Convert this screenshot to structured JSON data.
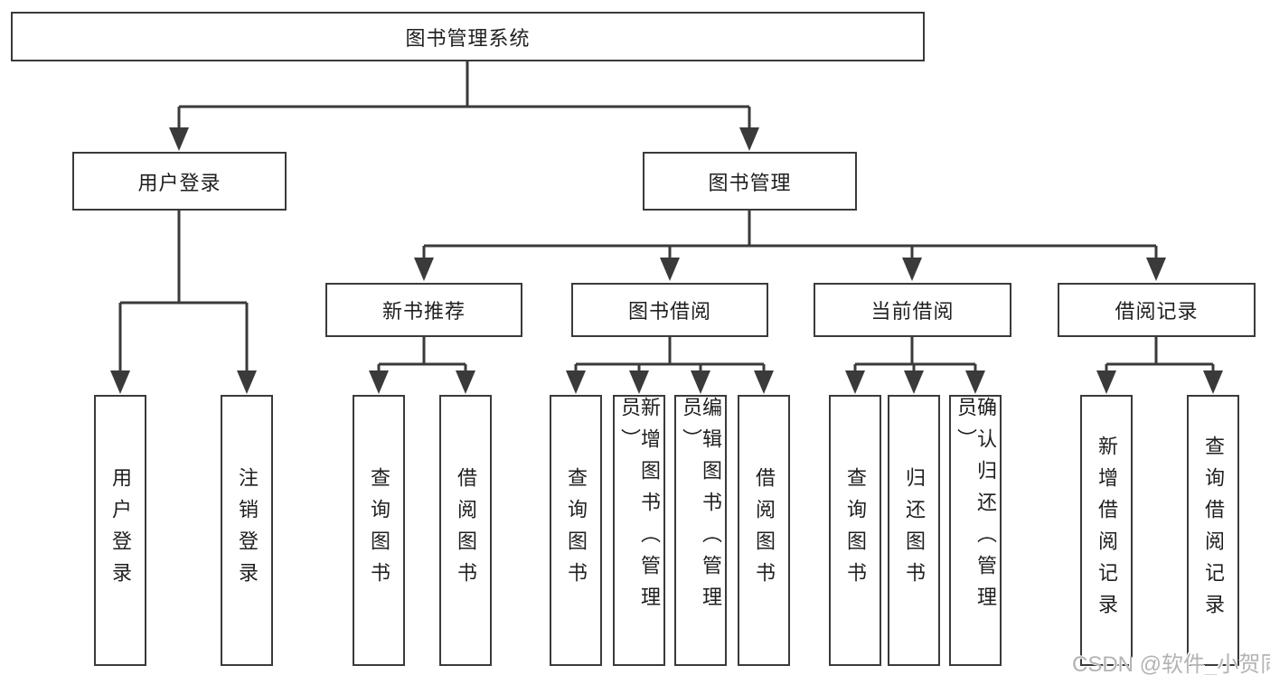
{
  "diagram": {
    "type": "hierarchy-tree",
    "nodes": {
      "root": {
        "label": "图书管理系统"
      },
      "user_login": {
        "label": "用户登录"
      },
      "book_mgmt": {
        "label": "图书管理"
      },
      "new_book_rec": {
        "label": "新书推荐"
      },
      "book_borrow": {
        "label": "图书借阅"
      },
      "current_borrow": {
        "label": "当前借阅"
      },
      "borrow_records": {
        "label": "借阅记录"
      },
      "ul_login": {
        "label": "用户登录"
      },
      "ul_logout": {
        "label": "注销登录"
      },
      "nb_query": {
        "label": "查询图书"
      },
      "nb_borrow": {
        "label": "借阅图书"
      },
      "bb_query": {
        "label": "查询图书"
      },
      "bb_add": {
        "label": "新增图书（管理员）"
      },
      "bb_edit": {
        "label": "编辑图书（管理员）"
      },
      "bb_borrow": {
        "label": "借阅图书"
      },
      "cb_query": {
        "label": "查询图书"
      },
      "cb_return": {
        "label": "归还图书"
      },
      "cb_confirm": {
        "label": "确认归还（管理员）"
      },
      "br_add": {
        "label": "新增借阅记录"
      },
      "br_query": {
        "label": "查询借阅记录"
      }
    },
    "edges": [
      [
        "root",
        "user_login"
      ],
      [
        "root",
        "book_mgmt"
      ],
      [
        "user_login",
        "ul_login"
      ],
      [
        "user_login",
        "ul_logout"
      ],
      [
        "book_mgmt",
        "new_book_rec"
      ],
      [
        "book_mgmt",
        "book_borrow"
      ],
      [
        "book_mgmt",
        "current_borrow"
      ],
      [
        "book_mgmt",
        "borrow_records"
      ],
      [
        "new_book_rec",
        "nb_query"
      ],
      [
        "new_book_rec",
        "nb_borrow"
      ],
      [
        "book_borrow",
        "bb_query"
      ],
      [
        "book_borrow",
        "bb_add"
      ],
      [
        "book_borrow",
        "bb_edit"
      ],
      [
        "book_borrow",
        "bb_borrow"
      ],
      [
        "current_borrow",
        "cb_query"
      ],
      [
        "current_borrow",
        "cb_return"
      ],
      [
        "current_borrow",
        "cb_confirm"
      ],
      [
        "borrow_records",
        "br_add"
      ],
      [
        "borrow_records",
        "br_query"
      ]
    ],
    "colors": {
      "line": "#3a3a3a",
      "box_border": "#3a3a3a",
      "text": "#1f1f1f",
      "background": "#ffffff",
      "watermark": "#b3b3b3"
    }
  },
  "watermark": {
    "text": "CSDN @软件_小贺同学"
  }
}
